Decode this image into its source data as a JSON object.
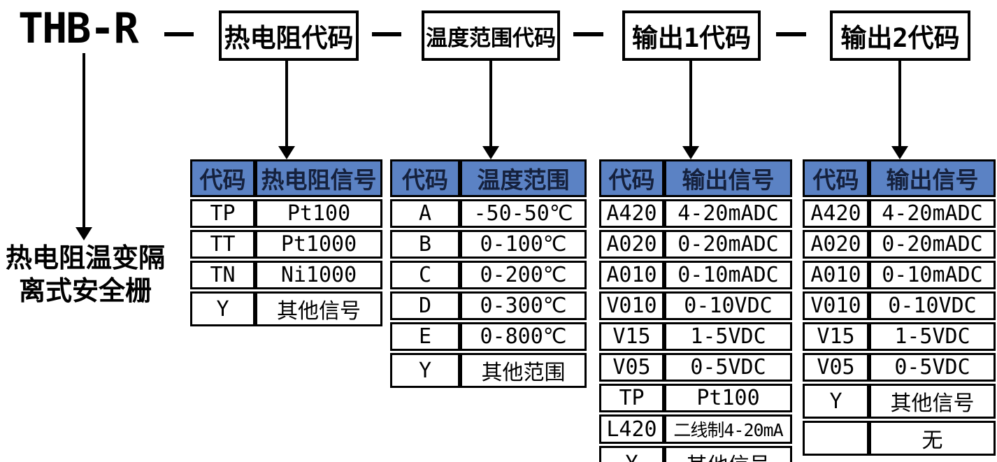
{
  "model": {
    "code": "THB-R",
    "description_lines": [
      "热电阻温变隔",
      "离式安全栅"
    ]
  },
  "separator_glyph": "—",
  "top_boxes": [
    {
      "label": "热电阻代码"
    },
    {
      "label": "温度范围代码"
    },
    {
      "label": "输出1代码"
    },
    {
      "label": "输出2代码"
    }
  ],
  "tables": [
    {
      "name": "rtd-signal-codes",
      "headers": [
        "代码",
        "热电阻信号"
      ],
      "rows": [
        [
          "TP",
          "Pt100"
        ],
        [
          "TT",
          "Pt1000"
        ],
        [
          "TN",
          "Ni1000"
        ],
        [
          "Y",
          "其他信号"
        ]
      ]
    },
    {
      "name": "temperature-range-codes",
      "headers": [
        "代码",
        "温度范围"
      ],
      "rows": [
        [
          "A",
          "-50-50℃"
        ],
        [
          "B",
          "0-100℃"
        ],
        [
          "C",
          "0-200℃"
        ],
        [
          "D",
          "0-300℃"
        ],
        [
          "E",
          "0-800℃"
        ],
        [
          "Y",
          "其他范围"
        ]
      ]
    },
    {
      "name": "output1-signal-codes",
      "headers": [
        "代码",
        "输出信号"
      ],
      "rows": [
        [
          "A420",
          "4-20mADC"
        ],
        [
          "A020",
          "0-20mADC"
        ],
        [
          "A010",
          "0-10mADC"
        ],
        [
          "V010",
          "0-10VDC"
        ],
        [
          "V15",
          "1-5VDC"
        ],
        [
          "V05",
          "0-5VDC"
        ],
        [
          "TP",
          "Pt100"
        ],
        [
          "L420",
          "二线制4-20mA"
        ],
        [
          "Y",
          "其他信号"
        ]
      ]
    },
    {
      "name": "output2-signal-codes",
      "headers": [
        "代码",
        "输出信号"
      ],
      "rows": [
        [
          "A420",
          "4-20mADC"
        ],
        [
          "A020",
          "0-20mADC"
        ],
        [
          "A010",
          "0-10mADC"
        ],
        [
          "V010",
          "0-10VDC"
        ],
        [
          "V15",
          "1-5VDC"
        ],
        [
          "V05",
          "0-5VDC"
        ],
        [
          "Y",
          "其他信号"
        ],
        [
          "",
          "无"
        ]
      ]
    }
  ],
  "colors": {
    "header_bg": "#5b82c4",
    "header_text": "#15213d",
    "line": "#000000"
  }
}
